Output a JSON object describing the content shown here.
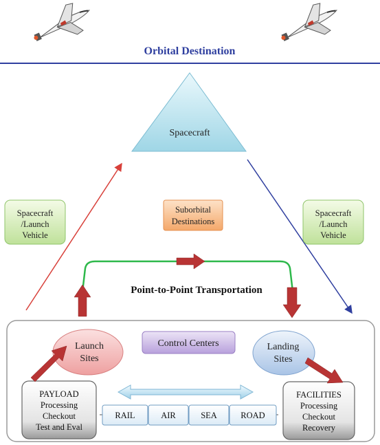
{
  "header": {
    "title": "Orbital Destination",
    "title_color": "#2f3f9f"
  },
  "triangle": {
    "label": "Spacecraft"
  },
  "side_left": {
    "lines": [
      "Spacecraft",
      "/Launch",
      "Vehicle"
    ]
  },
  "side_right": {
    "lines": [
      "Spacecraft",
      "/Launch",
      "Vehicle"
    ]
  },
  "suborbital": {
    "lines": [
      "Suborbital",
      "Destinations"
    ]
  },
  "p2p": {
    "label": "Point-to-Point Transportation"
  },
  "launch_sites": {
    "lines": [
      "Launch",
      "Sites"
    ]
  },
  "landing_sites": {
    "lines": [
      "Landing",
      "Sites"
    ]
  },
  "control_centers": {
    "label": "Control Centers"
  },
  "payload": {
    "lines": [
      "PAYLOAD",
      "Processing",
      "Checkout",
      "Test and Eval"
    ]
  },
  "facilities": {
    "lines": [
      "FACILITIES",
      "Processing",
      "Checkout",
      "Recovery"
    ]
  },
  "transport": {
    "modes": [
      "RAIL",
      "AIR",
      "SEA",
      "ROAD"
    ]
  },
  "icons": {
    "left": "space-shuttle-icon",
    "right": "space-shuttle-icon"
  },
  "colors": {
    "ascent_line": "#d8403a",
    "descent_line": "#2f3f9f",
    "p2p_arc": "#2db84a",
    "block_arrow": "#b83434"
  }
}
